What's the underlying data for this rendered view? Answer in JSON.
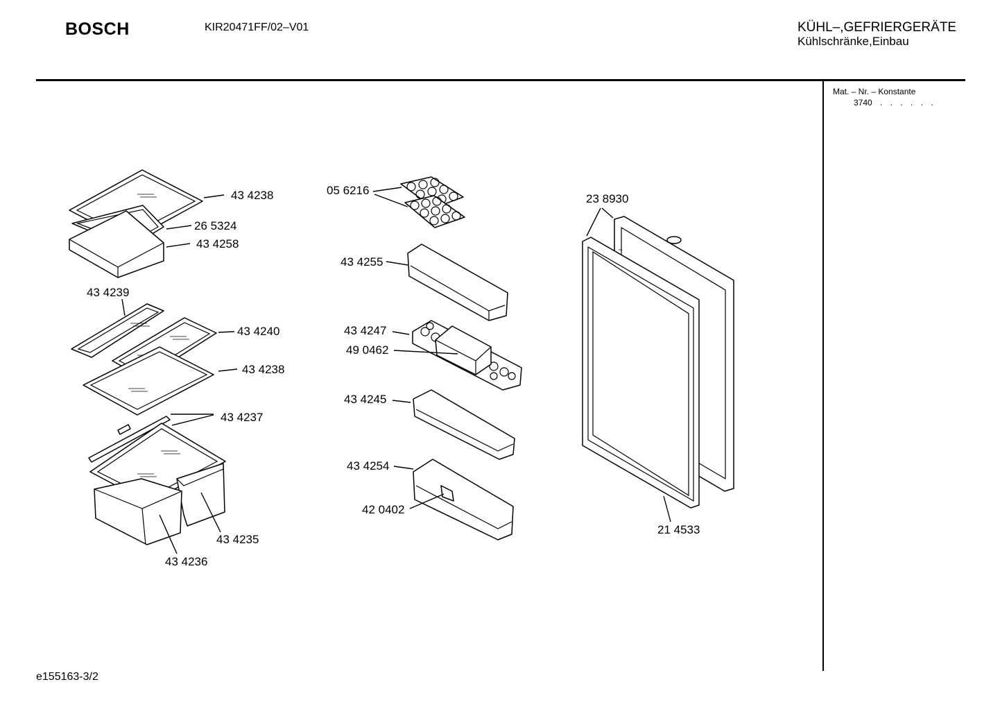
{
  "header": {
    "brand": "BOSCH",
    "model": "KIR20471FF/02–V01",
    "category_line1": "KÜHL–,GEFRIERGERÄTE",
    "category_line2": "Kühlschränke,Einbau"
  },
  "sidebar": {
    "mat_label": "Mat. – Nr. – Konstante",
    "mat_value": "3740",
    "mat_dots": ". .  . . . ."
  },
  "footer": {
    "drawing_id": "e155163-3/2"
  },
  "parts": {
    "p434238a": "43 4238",
    "p265324": "26 5324",
    "p434258": "43 4258",
    "p434239": "43 4239",
    "p434240": "43 4240",
    "p434238b": "43 4238",
    "p434237": "43 4237",
    "p434235": "43 4235",
    "p434236": "43 4236",
    "p056216": "05 6216",
    "p434255": "43 4255",
    "p434247": "43 4247",
    "p490462": "49 0462",
    "p434245": "43 4245",
    "p434254": "43 4254",
    "p420402": "42 0402",
    "p238930": "23 8930",
    "p214533": "21 4533"
  }
}
